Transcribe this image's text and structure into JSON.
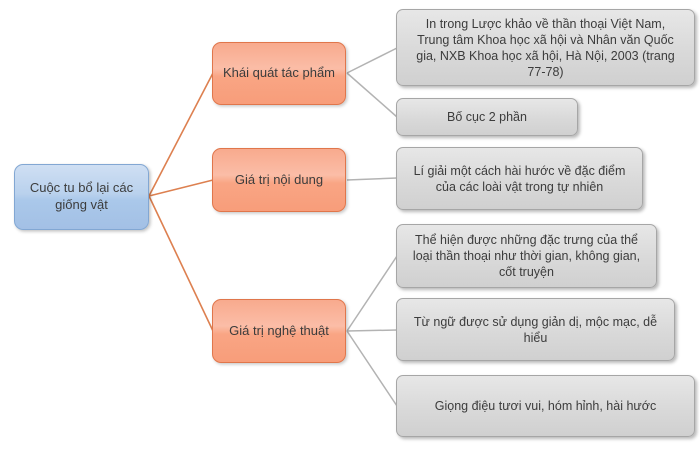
{
  "diagram": {
    "type": "mindmap-hierarchy",
    "root": {
      "label": "Cuộc tu bổ lại các giống vật"
    },
    "branches": [
      {
        "label": "Khái quát tác phẩm",
        "children": [
          "In trong Lược khảo về thần thoại Việt Nam, Trung tâm Khoa học xã hội và Nhân văn Quốc gia, NXB Khoa học xã hội, Hà Nội, 2003 (trang 77-78)",
          "Bố cục 2 phần"
        ]
      },
      {
        "label": "Giá trị nội dung",
        "children": [
          "Lí giải một cách hài hước về đặc điểm của các loài vật trong tự nhiên"
        ]
      },
      {
        "label": "Giá trị nghệ thuật",
        "children": [
          "Thể hiện được những đặc trưng của thể loại thần thoại như thời gian, không gian, cốt truyện",
          "Từ ngữ được sử dụng giản dị, mộc mạc, dễ hiểu",
          "Giọng điệu tươi vui, hóm hỉnh, hài hước"
        ]
      }
    ],
    "colors": {
      "root_fill": "#aecbea",
      "root_border": "#82a7d3",
      "branch_fill": "#f9a888",
      "branch_border": "#e0764b",
      "leaf_fill": "#d9d9d9",
      "leaf_border": "#a6a6a6",
      "branch_connector": "#dd8050",
      "leaf_connector": "#b3b3b3",
      "text": "#3c3c3c",
      "background": "#ffffff"
    }
  }
}
